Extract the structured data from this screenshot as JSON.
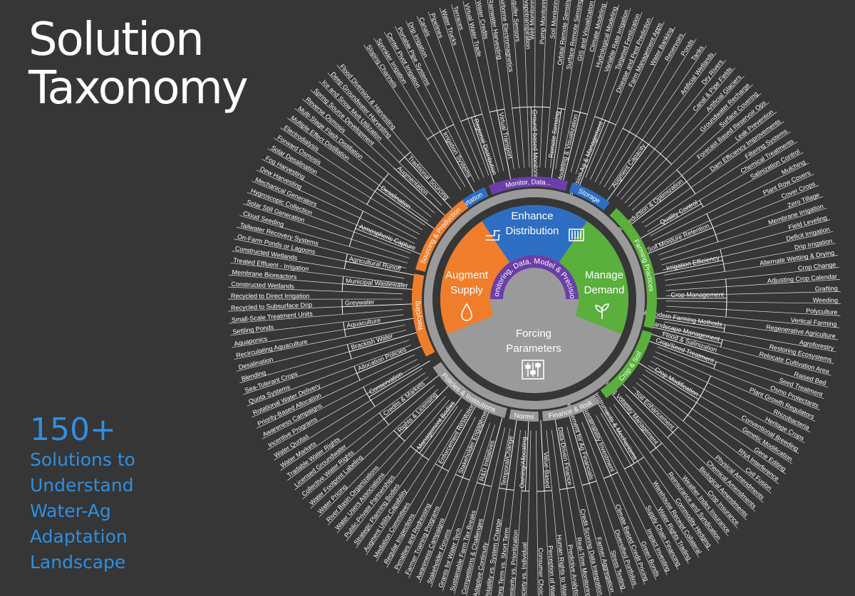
{
  "title": {
    "line1": "Solution",
    "line2": "Taxonomy"
  },
  "stat": {
    "number": "150+",
    "lines": [
      "Solutions to",
      "Understand",
      "Water-Ag",
      "Adaptation",
      "Landscape"
    ]
  },
  "colors": {
    "background": "#363636",
    "blue": "#2e6ec2",
    "orange": "#f07d2c",
    "green": "#5aaf3d",
    "purple": "#6a3fa8",
    "gray": "#9a9a9a",
    "line": "#ffffff"
  },
  "core": {
    "enhance": {
      "lines": [
        "Enhance",
        "Distribution"
      ],
      "icon": "pipe-and-dam-icon"
    },
    "augment": {
      "lines": [
        "Augment",
        "Supply"
      ],
      "icon": "water-drop-icon"
    },
    "manage": {
      "lines": [
        "Manage",
        "Demand"
      ],
      "icon": "sprout-icon"
    },
    "forcing": {
      "lines": [
        "Forcing",
        "Parameters"
      ],
      "icon": "sliders-icon"
    },
    "center_ring": "Monitoring, Data, Model & Precision"
  },
  "ring_categories": [
    {
      "label": "Transportation",
      "color": "blue"
    },
    {
      "label": "Monitor, Data...",
      "color": "purple"
    },
    {
      "label": "Storage",
      "color": "blue"
    },
    {
      "label": "Farming Practices",
      "color": "green"
    },
    {
      "label": "Crop & Soil",
      "color": "green"
    },
    {
      "label": "Finance & Risk",
      "color": "gray"
    },
    {
      "label": "Norms",
      "color": "gray"
    },
    {
      "label": "Policies & Institutions",
      "color": "gray"
    },
    {
      "label": "Recycling",
      "color": "orange"
    },
    {
      "label": "Sourcing & Production",
      "color": "orange"
    }
  ],
  "groups": [
    {
      "label": "Irrigation Systems",
      "leaves": [
        "Sloping Channels",
        "Sprinkler Irrigation",
        "Center Pivot Irrigation",
        "Portable Pipe Systems",
        "Drip Irrigation"
      ]
    },
    {
      "label": "Regional Distribution",
      "leaves": [
        "Canals",
        "Pipelines",
        "Water Trucks",
        "Terraces"
      ]
    },
    {
      "label": "Virtual Transport",
      "leaves": [
        "Virtual Water Trade",
        "Water Credits",
        "Rainwater Harvesting"
      ]
    },
    {
      "label": "Ground-based Monitoring",
      "leaves": [
        "Airborne Electromagnetics",
        "Aquifer Sensors",
        "Evapotranspiration",
        "Well Monitoring",
        "Pump Monitoring",
        "Soil Monitoring"
      ]
    },
    {
      "label": "Remote Sensing",
      "leaves": [
        "Orbital Remote Sensing",
        "Surface Remote Sensing"
      ]
    },
    {
      "label": "Modeling & Visualization",
      "leaves": [
        "GIS and Visualization",
        "Climate Modeling",
        "Hydrological Modeling"
      ]
    },
    {
      "label": "Precision Ag & Management",
      "leaves": [
        "Variable Rate Irrigation",
        "Targeted Fertilization",
        "Disease and Pest Prediction",
        "Farm Management Apps"
      ]
    },
    {
      "label": "Augment Capacity",
      "leaves": [
        "Water Banking",
        "Reservoirs",
        "Ponds",
        "Tanks",
        "Artificial Wetlands",
        "Dry Rivers",
        "Canal & Pipe Fields",
        "Artificial Glaciers",
        "Groundwater Recharge"
      ]
    },
    {
      "label": "Loss Reduction & Optimization",
      "leaves": [
        "Surface Covering",
        "Forecast Based Reservoir Ops",
        "Leak Prevention",
        "Dam Efficiency Improvements",
        "Filtering Systems"
      ]
    },
    {
      "label": "Quality Control",
      "leaves": [
        "Chemical Treatments",
        "Salinization Control"
      ]
    },
    {
      "label": "Soil Moisture Retention",
      "leaves": [
        "Mulching",
        "Plant Row Covers",
        "Cover Crops",
        "Zero Tillage",
        "Membrane Irrigation"
      ]
    },
    {
      "label": "Irrigation Efficiency",
      "leaves": [
        "Field Leveling",
        "Deficit Irrigation",
        "Drip Irrigation",
        "Alternate Wetting & Drying"
      ]
    },
    {
      "label": "Crop Management",
      "leaves": [
        "Crop Change",
        "Adjusting Crop Calendar",
        "Grafting",
        "Weeding",
        "Polyculture",
        "Vertical Farming"
      ]
    },
    {
      "label": "Integrative & Modern Farming Methods",
      "leaves": [
        "Regenerative Agriculture",
        "Agroforestry"
      ]
    },
    {
      "label": "Landscape Management",
      "leaves": [
        "Restoring Ecosystems",
        "Relocate Cultivation Area"
      ]
    },
    {
      "label": "Flood & Salinization",
      "leaves": [
        "Raised Bed"
      ]
    },
    {
      "label": "Crop/Seed Treatment",
      "leaves": [
        "Seed Treatment",
        "Osmo Protectants"
      ]
    },
    {
      "label": "Crop Modification",
      "leaves": [
        "Plant Growth Regulators",
        "Rhizobacteria",
        "Heritage Crops",
        "Conventional Breeding",
        "Genetic Modification",
        "Gene Editing",
        "RNA Interference",
        "Cell Fusion"
      ]
    },
    {
      "label": "Soil Enhancement",
      "leaves": [
        "Physical Amendments",
        "Chemical Amendments",
        "Biological Amendments"
      ]
    },
    {
      "label": "Insurance & Volatility Management",
      "leaves": [
        "Crop Insurance",
        "Weather Index Insurance",
        "Reinsurance and Syndication"
      ]
    },
    {
      "label": "Financial Instruments & Mechanisms",
      "leaves": [
        "Commodity Hedging",
        "Warehouse Receipt Collateral",
        "Water Rights Trading",
        "Supply Chain Financing"
      ]
    },
    {
      "label": "Sustainability Investment",
      "leaves": [
        "Impact Investing",
        "Green Bonds",
        "Climate Based Credit Pricing"
      ]
    },
    {
      "label": "Risk Management for Ag Financials",
      "leaves": [
        "Diversified Portfolios",
        "Stress Testing",
        "Farmer Aggregation"
      ]
    },
    {
      "label": "Data-Driven Finance",
      "leaves": [
        "Credit Scoring Data Integration",
        "Real-Time Monitoring",
        "Predictive Analytics"
      ]
    },
    {
      "label": "Value-Based",
      "leaves": [
        "Human Rights to Water",
        "Perception of Water",
        "Consumer Choices"
      ]
    },
    {
      "label": "Owning/Allocating",
      "leaves": [
        "Society vs. Individual",
        "Seniority vs. Prioritization"
      ]
    },
    {
      "label": "Temporal/Change",
      "leaves": [
        "Long Term vs. Short Term",
        "Volatility vs. System Change",
        "Adaptive Continuity"
      ]
    },
    {
      "label": "R&D Initiatives",
      "leaves": [
        "Competitions & Challenges",
        "Sustainable Farm Tax Breaks",
        "Grants for Water Tech"
      ]
    },
    {
      "label": "Stakeholder Engagement",
      "leaves": [
        "Stakeholder Forums",
        "Awareness Campaigns",
        "Farmer Training Programs"
      ]
    },
    {
      "label": "Enforcement Resolution",
      "leaves": [
        "Penalties and Redressing",
        "Regular Inspections",
        "Mediation Committees"
      ]
    },
    {
      "label": "Management Bodies",
      "leaves": [
        "Augment Utility Capability",
        "Strategic Planning Bodies",
        "Public-Private Partnerships",
        "Water Users Associations"
      ]
    },
    {
      "label": "Rights & Licensing",
      "leaves": [
        "River Basin Organizations",
        "Water Pricing",
        "Water Footprint Labeling"
      ]
    },
    {
      "label": "Credits & Markets",
      "leaves": [
        "Collective Water Rights",
        "Licensed Groundwater",
        "Tradable Water Rights"
      ]
    },
    {
      "label": "Conservation",
      "leaves": [
        "Water Markets",
        "Water Quotas",
        "Incentive Programs",
        "Awareness Campaigns"
      ]
    },
    {
      "label": "Allocation Policies",
      "leaves": [
        "Priority-Based Allocation",
        "Rotational Water Delivery",
        "Quota Systems"
      ]
    },
    {
      "label": "Brackish Water",
      "leaves": [
        "Sea-Tolerant Crops",
        "Blending",
        "Desalination"
      ]
    },
    {
      "label": "Aquaculture",
      "leaves": [
        "Recirculating Aquaculture",
        "Aquaponics",
        "Settling Ponds"
      ]
    },
    {
      "label": "Greywater",
      "leaves": [
        "Small-Scale Treatment Units",
        "Recycled to Subsurface Drip",
        "Recycled to Direct Irrigation"
      ]
    },
    {
      "label": "Municipal Wastewater",
      "leaves": [
        "Constructed Wetlands",
        "Membrane Bioreactors",
        "Treated Effluent - Irrigation"
      ]
    },
    {
      "label": "Agricultural Runoff",
      "leaves": [
        "Constructed Wetlands",
        "On-Farm Ponds or Lagoons",
        "Tailwater Recovery Systems"
      ]
    },
    {
      "label": "Atmospheric Capture",
      "leaves": [
        "Cloud Seeding",
        "Solar Still Generation",
        "Hygroscopic Collection",
        "Mechanical Generators",
        "Dew Harvesting",
        "Fog Harvesting"
      ]
    },
    {
      "label": "Desalination",
      "leaves": [
        "Solar Desalination",
        "Forward Osmosis",
        "Electrodialysis",
        "Multiple Effect Distillation",
        "Multi-Stage Flash Distillation",
        "Reverse Osmosis"
      ]
    },
    {
      "label": "Augmentation",
      "leaves": [
        "Spring Source Development"
      ]
    },
    {
      "label": "Traditional Sourcing",
      "leaves": [
        "Ice and Snow Melt Utilization",
        "Deep Groundwater Harvesting",
        "Flood Diversion & Harvesting"
      ]
    }
  ]
}
